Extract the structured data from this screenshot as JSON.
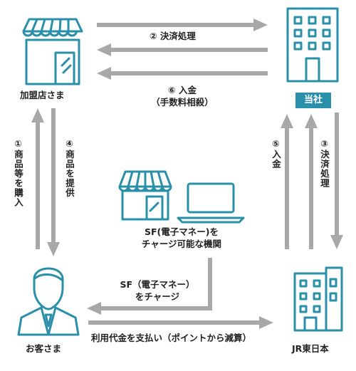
{
  "nodes": {
    "merchant": "加盟店さま",
    "company": "当社",
    "customer": "お客さま",
    "jr": "JR東日本",
    "sf_line1": "SF(電子マネー)を",
    "sf_line2": "チャージ可能な機関"
  },
  "flows": {
    "settlement_right": "② 決済処理",
    "deposit_line1": "⑥ 入金",
    "deposit_line2": "（手数料相殺）",
    "purchase_vertical": "①商品等を購入",
    "provide_vertical": "④商品を提供",
    "deposit_vertical": "⑤入金",
    "settlement_vertical": "③決済処理",
    "charge_line1": "SF（電子マネー）",
    "charge_line2": "をチャージ",
    "payment": "利用代金を支払い（ポイントから減算）"
  },
  "colors": {
    "accent": "#2a8fa8",
    "arrow": "#a8a8a8",
    "icon_stroke": "#2a8fa8"
  }
}
